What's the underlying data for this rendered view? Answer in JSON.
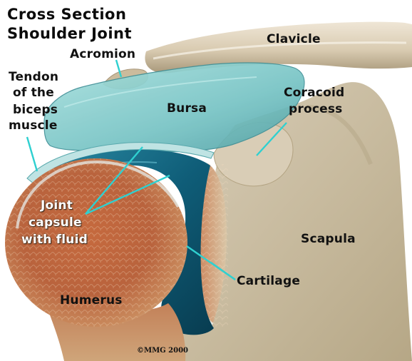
{
  "title": {
    "line1": "Cross Section",
    "line2": "Shoulder Joint"
  },
  "labels": {
    "acromion": "Acromion",
    "clavicle": "Clavicle",
    "tendon": [
      "Tendon",
      "of the",
      "biceps",
      "muscle"
    ],
    "bursa": "Bursa",
    "coracoid": [
      "Coracoid",
      "process"
    ],
    "joint_capsule": [
      "Joint",
      "capsule",
      "with fluid"
    ],
    "scapula": "Scapula",
    "cartilage": "Cartilage",
    "humerus": "Humerus"
  },
  "copyright": "©MMG 2000",
  "colors": {
    "leader_line": "#2fd0d0",
    "bone_outer": "#d8cbb4",
    "bone_inner": "#b0603a",
    "bursa": "#7fc9c9",
    "capsule_fluid": "#0e4f66"
  }
}
